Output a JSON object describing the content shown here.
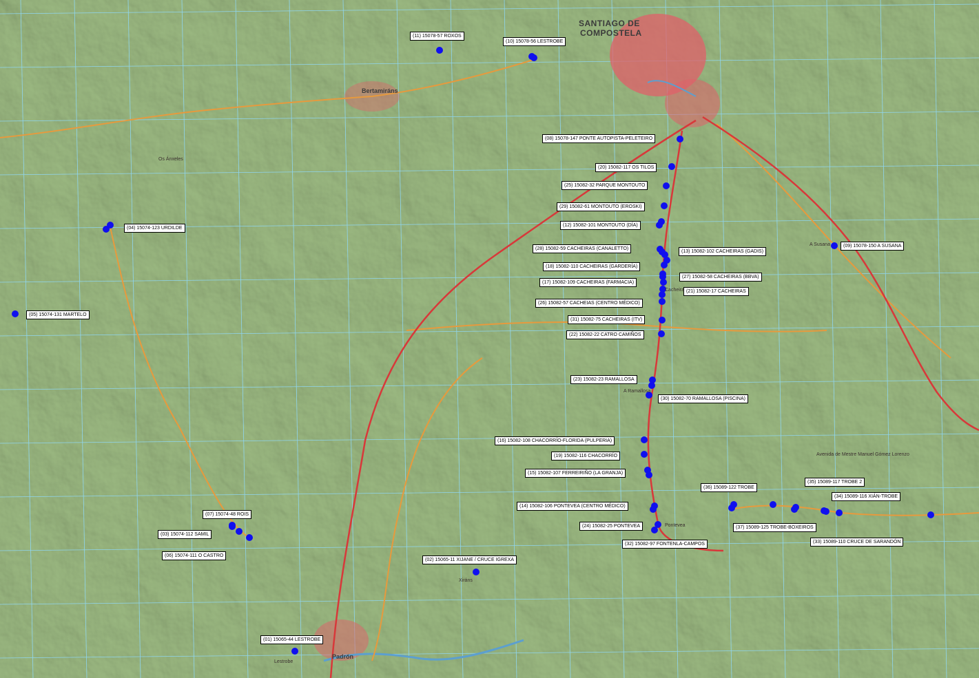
{
  "colors": {
    "terrain": "#a9c68e",
    "terrain_dark": "#8fae76",
    "urban": "#e0606a",
    "road_main": "#d8383a",
    "road_secondary": "#e79a3d",
    "grid": "#8fd6f0",
    "river": "#5c9fcf",
    "stop": "#1010ee"
  },
  "places": [
    {
      "name": "SANTIAGO DE",
      "style": "big"
    },
    {
      "name": "COMPOSTELA",
      "style": "big"
    },
    {
      "name": "Bertamiráns",
      "style": "mid"
    },
    {
      "name": "Padrón",
      "style": "mid"
    },
    {
      "name": "Os Ánxeles",
      "style": "small"
    },
    {
      "name": "A Ramallosa",
      "style": "small"
    },
    {
      "name": "Lestrobe",
      "style": "small"
    },
    {
      "name": "Avenida de Mestre Manuel Gómez Lorenzo",
      "style": "small"
    },
    {
      "name": "Xiráns",
      "style": "small"
    },
    {
      "name": "Cacheiras",
      "style": "small"
    },
    {
      "name": "A Susana",
      "style": "small"
    },
    {
      "name": "Pontevea",
      "style": "small"
    }
  ],
  "stops": [
    {
      "label": "(01) 15065-44 LESTROBE"
    },
    {
      "label": "(02) 15065-11 XIJANE / CRUCE IGREXA"
    },
    {
      "label": "(03) 15074-112 SAMIL"
    },
    {
      "label": "(04) 15074-123 URDILDE"
    },
    {
      "label": "(05) 15074-131 MARTELO"
    },
    {
      "label": "(06) 15074-111 O CASTRO"
    },
    {
      "label": "(07) 15074-48 ROIS"
    },
    {
      "label": "(08) 15078-147 PONTE AUTOPISTA-PELETEIRO"
    },
    {
      "label": "(09) 15078-150 A SUSANA"
    },
    {
      "label": "(10) 15078-56 LESTROBE"
    },
    {
      "label": "(11) 15078-57 ROXOS"
    },
    {
      "label": "(12) 15082-101 MONTOUTO (DÍA)"
    },
    {
      "label": "(13) 15082-102 CACHEIRAS (GADIS)"
    },
    {
      "label": "(14) 15082-106 PONTEVEA (CENTRO MÉDICO)"
    },
    {
      "label": "(15) 15082-107 FERREIRIÑO (LA GRANJA)"
    },
    {
      "label": "(16) 15082-108 CHACORRÍO-FLORIDA (PULPERIA)"
    },
    {
      "label": "(17) 15082-109 CACHEIRAS (FARMACIA)"
    },
    {
      "label": "(18) 15082-110 CACHEIRAS (GARDERÍA)"
    },
    {
      "label": "(19) 15082-116 CHACORRÍO"
    },
    {
      "label": "(20) 15082-117 OS TILOS"
    },
    {
      "label": "(21) 15082-17 CACHEIRAS"
    },
    {
      "label": "(22) 15082-22 CATRO CAMIÑOS"
    },
    {
      "label": "(23) 15082-23 RAMALLOSA"
    },
    {
      "label": "(24) 15082-25 PONTEVEA"
    },
    {
      "label": "(25) 15082-32 PARQUE MONTOUTO"
    },
    {
      "label": "(26) 15082-57 CACHEIAS (CENTRO MÉDICO)"
    },
    {
      "label": "(27) 15082-58 CACHEIRAS (BBVA)"
    },
    {
      "label": "(28) 15082-59 CACHEIRAS (CANALETTO)"
    },
    {
      "label": "(29) 15082-61 MONTOUTO (EROSKI)"
    },
    {
      "label": "(30) 15082-70 RAMALLOSA (PISCINA)"
    },
    {
      "label": "(31) 15082-75 CACHEIRAS (ITV)"
    },
    {
      "label": "(32) 15082-97 FONTENLA-CAMPOS"
    },
    {
      "label": "(33) 15089-110 CRUCE DE SARANDÓN"
    },
    {
      "label": "(34) 15089-116 XIÁN-TROBE"
    },
    {
      "label": "(35) 15089-117 TROBE 2"
    },
    {
      "label": "(36) 15089-122 TROBE"
    },
    {
      "label": "(37) 15089-125 TROBE-BOXEIROS"
    }
  ]
}
